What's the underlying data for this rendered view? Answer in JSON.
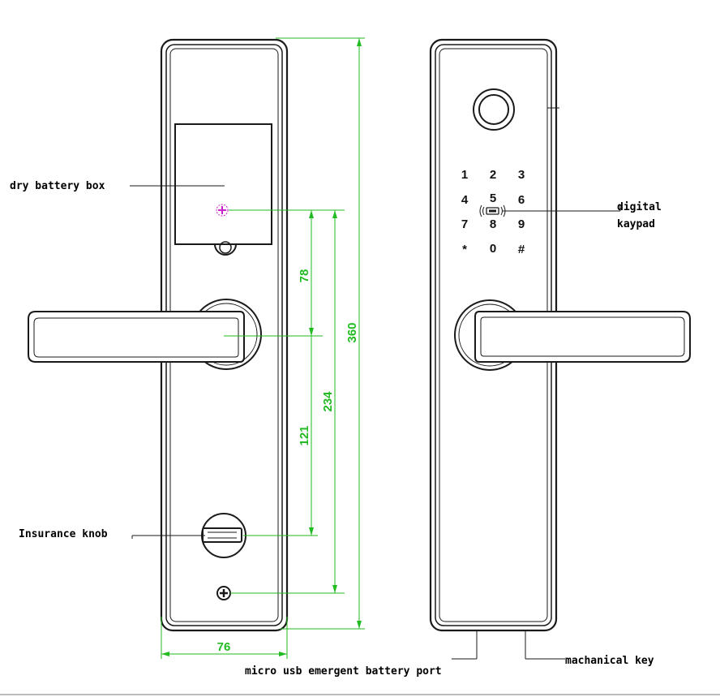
{
  "labels": {
    "battery_box": "dry battery box",
    "insurance_knob": "Insurance knob",
    "digital_line1": "digital",
    "digital_line2": "kaypad",
    "usb_port": "micro usb emergent battery port",
    "mech_key": "machanical key"
  },
  "dimensions": {
    "d76": "76",
    "d78": "78",
    "d121": "121",
    "d234": "234",
    "d360": "360"
  },
  "keypad": {
    "rows": [
      [
        "1",
        "2",
        "3"
      ],
      [
        "4",
        "5",
        "6"
      ],
      [
        "7",
        "8",
        "9"
      ],
      [
        "*",
        "0",
        "#"
      ]
    ]
  },
  "colors": {
    "outline": "#1a1a1a",
    "dimension": "#22bb22",
    "marker": "#cc22cc",
    "border": "#bbbbbb"
  }
}
